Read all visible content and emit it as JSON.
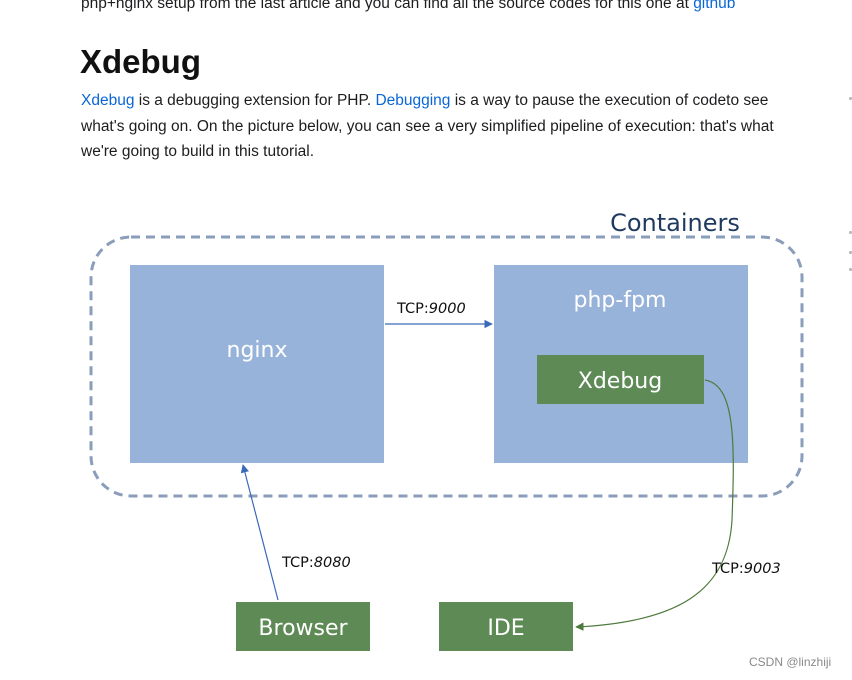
{
  "article": {
    "intro_text": "php+nginx setup from the last article and you can find all the source codes for this one at ",
    "intro_link": "github",
    "heading": "Xdebug",
    "para_link1": "Xdebug",
    "para_text1": " is a debugging extension for PHP. ",
    "para_link2": "Debugging",
    "para_text2": " is a way to pause the execution of codeto see",
    "para_line2": "what's going on. On the picture below, you can see a very simplified pipeline of execution: that's what",
    "para_line3": "we're going to build in this tutorial."
  },
  "diagram": {
    "container_label": "Containers",
    "nginx_label": "nginx",
    "phpfpm_label": "php-fpm",
    "xdebug_label": "Xdebug",
    "browser_label": "Browser",
    "ide_label": "IDE",
    "tcp_prefix": "TCP:",
    "port_nginx_php": "9000",
    "port_browser_nginx": "8080",
    "port_xdebug_ide": "9003",
    "colors": {
      "blue_box": "#98b3da",
      "green_box": "#5e8a56",
      "container_border": "#8a9dba",
      "container_label": "#1f3a5f",
      "arrow_blue": "#3a6ab8",
      "arrow_green": "#4e7a3c"
    }
  },
  "watermark": "CSDN @linzhiji"
}
